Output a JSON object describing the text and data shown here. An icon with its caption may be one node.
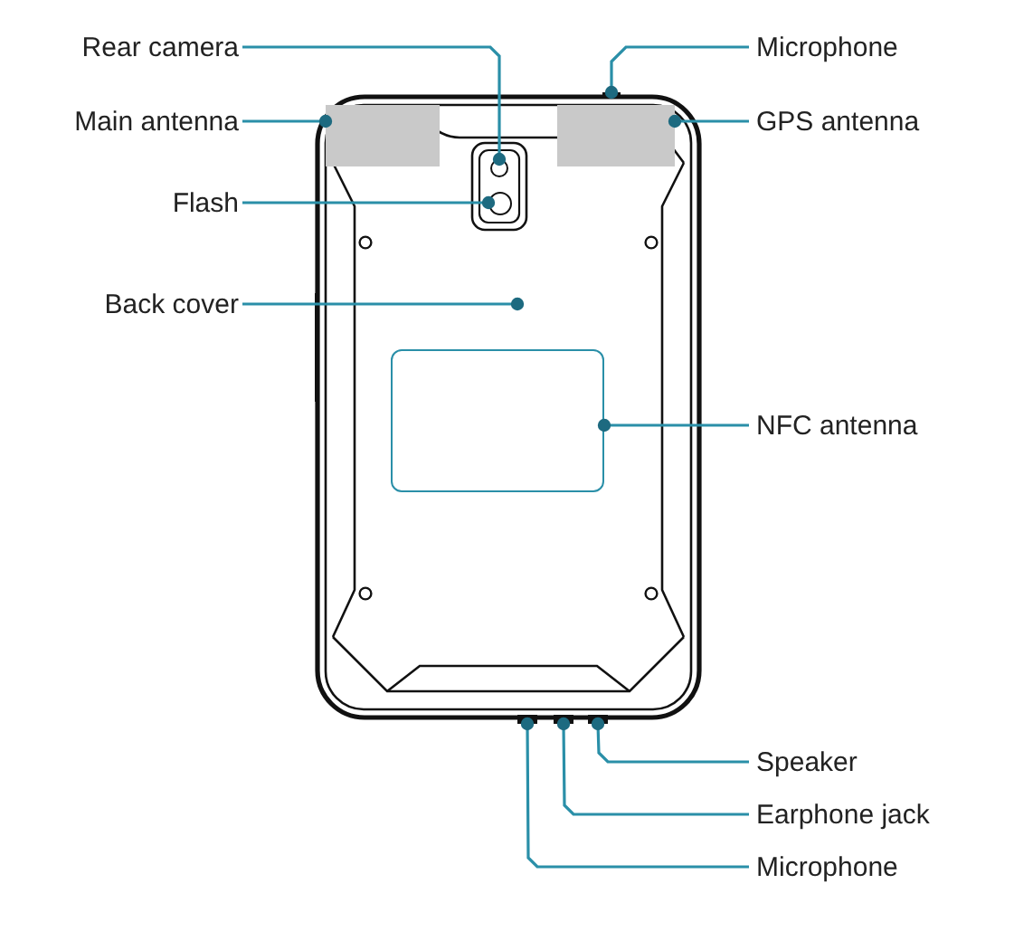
{
  "diagram": {
    "nodes": [
      {
        "text": [
          "Rear camera"
        ]
      },
      {
        "text": [
          "Microphone"
        ]
      },
      {
        "text": [
          "Main antenna"
        ]
      },
      {
        "text": [
          "GPS antenna"
        ]
      },
      {
        "text": [
          "Flash"
        ]
      },
      {
        "text": [
          "Back cover"
        ]
      },
      {
        "text": [
          "NFC antenna"
        ]
      },
      {
        "text": [
          "Speaker"
        ]
      },
      {
        "text": [
          "Earphone jack"
        ]
      },
      {
        "text": [
          "Microphone"
        ]
      },
      {
        "text": [],
        "shape": "box"
      },
      {
        "text": [],
        "shape": "box",
        "in": 10
      },
      {
        "text": [],
        "shape": "box",
        "in": 10
      },
      {
        "text": [],
        "shape": "circle",
        "in": 10
      },
      {
        "text": [],
        "shape": "circle",
        "in": 10
      },
      {
        "text": [],
        "shape": "box",
        "in": 10
      },
      {
        "text": [],
        "shape": "bar",
        "in": 10
      },
      {
        "text": [],
        "shape": "bar",
        "in": 10
      },
      {
        "text": [],
        "shape": "bar",
        "in": 10
      },
      {
        "text": [],
        "shape": "bar",
        "in": 10
      }
    ],
    "edges": [
      {
        "from": 0,
        "to": 13,
        "arrow": "other"
      },
      {
        "from": 1,
        "to": 19,
        "arrow": "other"
      },
      {
        "from": 2,
        "to": 11,
        "arrow": "other"
      },
      {
        "from": 3,
        "to": 12,
        "arrow": "other"
      },
      {
        "from": 4,
        "to": 14,
        "arrow": "other"
      },
      {
        "from": 5,
        "to": 10,
        "arrow": "other"
      },
      {
        "from": 6,
        "to": 15,
        "arrow": "other"
      },
      {
        "from": 7,
        "to": 18,
        "arrow": "other"
      },
      {
        "from": 8,
        "to": 17,
        "arrow": "other"
      },
      {
        "from": 9,
        "to": 16,
        "arrow": "other"
      }
    ]
  }
}
